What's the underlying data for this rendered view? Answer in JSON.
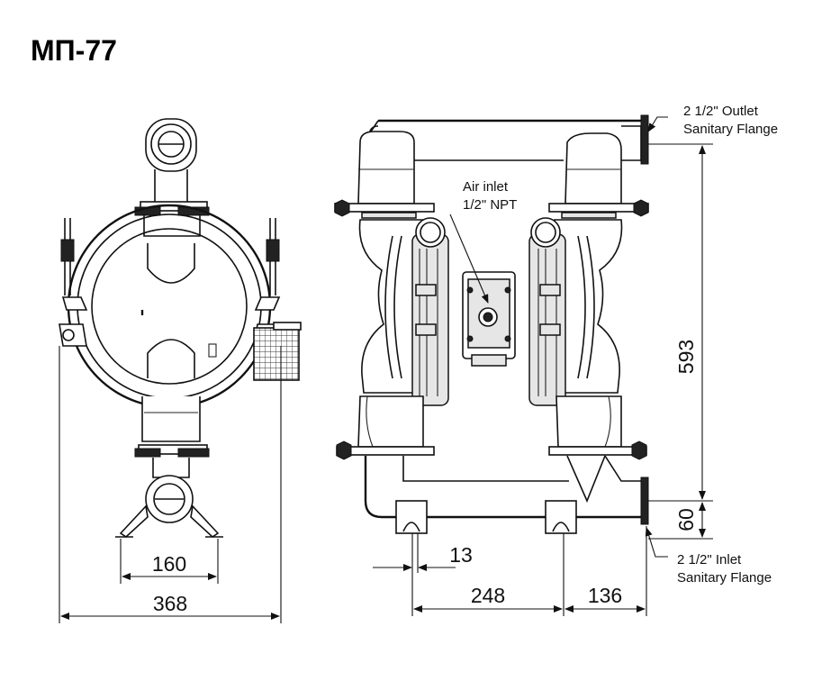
{
  "title": "МП-77",
  "labels": {
    "outlet_line1": "2 1/2\" Outlet",
    "outlet_line2": "Sanitary Flange",
    "air_line1": "Air inlet",
    "air_line2": "1/2\" NPT",
    "inlet_line1": "2 1/2\" Inlet",
    "inlet_line2": "Sanitary Flange"
  },
  "dimensions": {
    "d160": "160",
    "d368": "368",
    "d13": "13",
    "d248": "248",
    "d136": "136",
    "d593": "593",
    "d60": "60"
  }
}
